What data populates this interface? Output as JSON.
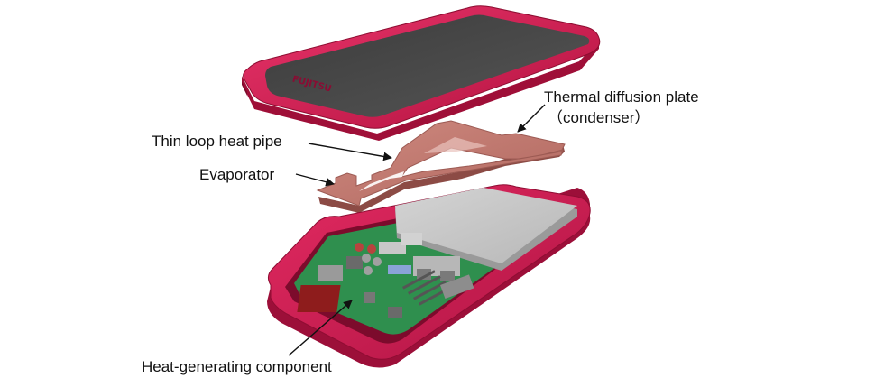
{
  "labels": {
    "thermal_diffusion_plate": "Thermal diffusion plate",
    "condenser": "（condenser）",
    "thin_loop_heat_pipe": "Thin loop heat pipe",
    "evaporator": "Evaporator",
    "heat_generating_component": "Heat-generating component"
  },
  "brand_logo_text": "FUJITSU",
  "colors": {
    "case_red": "#d81b52",
    "screen": "#474747",
    "copper": "#c17a72",
    "pcb_green": "#2f8f4e",
    "heat_component": "#8e1c1c",
    "thermal_plate": "#c9c9c9"
  }
}
